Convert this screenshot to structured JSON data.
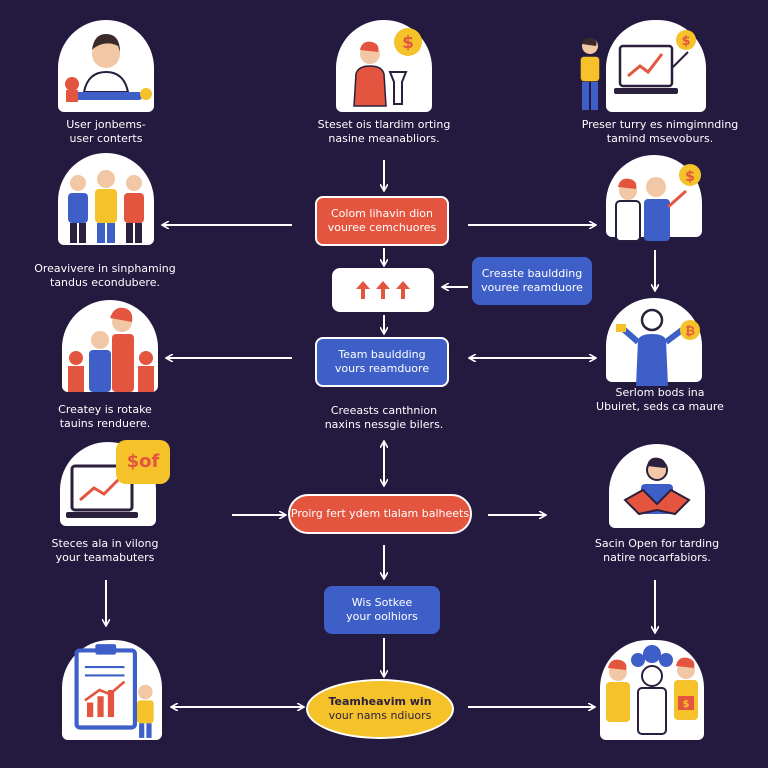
{
  "colors": {
    "background": "#24193f",
    "red": "#e4553f",
    "blue": "#3f5fc8",
    "yellow": "#f5c22a",
    "white": "#ffffff"
  },
  "nodes": {
    "top_left": {
      "icon": "user-profile-icon",
      "line1": "User jonbems-",
      "line2": "user conterts"
    },
    "top_center": {
      "icon": "person-dollar-icon",
      "line1": "Steset ois tlardim orting",
      "line2": "nasine meanabliors."
    },
    "top_right": {
      "icon": "presenter-chart-icon",
      "line1": "Preser turry es nimgimnding",
      "line2": "tamind msevoburs."
    },
    "left_2": {
      "icon": "team-group-icon",
      "line1": "Oreavivere in sinphaming",
      "line2": "tandus econdubere."
    },
    "box_1": {
      "line1": "Colom lihavin dion",
      "line2": "vouree cemchuores"
    },
    "right_2": {
      "icon": "pair-dollar-icon"
    },
    "box_2": {
      "icon": "three-arrows-up-icon"
    },
    "box_side": {
      "line1": "Creaste bauldding",
      "line2": "vouree reamduore"
    },
    "left_3": {
      "icon": "team-meeting-icon",
      "line1": "Createy is rotake",
      "line2": "tauins renduere."
    },
    "box_3": {
      "line1": "Team bauldding",
      "line2": "vours reamduore"
    },
    "right_3": {
      "icon": "person-coin-icon",
      "line1": "Serlom bods ina",
      "line2": "Ubuiret, seds ca maure"
    },
    "center_caption": {
      "line1": "Creeasts canthnion",
      "line2": "naxins nessgie bilers."
    },
    "left_4": {
      "icon": "laptop-chart-icon",
      "badge": "$of",
      "line1": "Steces ala in vilong",
      "line2": "your teamabuters"
    },
    "box_4": {
      "label": "Proirg fert ydem tlalam balheets"
    },
    "right_4": {
      "icon": "handshake-icon",
      "line1": "Sacin  Open for tarding",
      "line2": "natire nocarfabiors."
    },
    "box_5": {
      "line1": "Wis Sotkee",
      "line2": "your oolhiors"
    },
    "left_5": {
      "icon": "clipboard-chart-icon"
    },
    "box_6": {
      "line1": "Teamheavim win",
      "line2": "vour nams ndiuors"
    },
    "right_5": {
      "icon": "group-dollar-icon"
    }
  }
}
